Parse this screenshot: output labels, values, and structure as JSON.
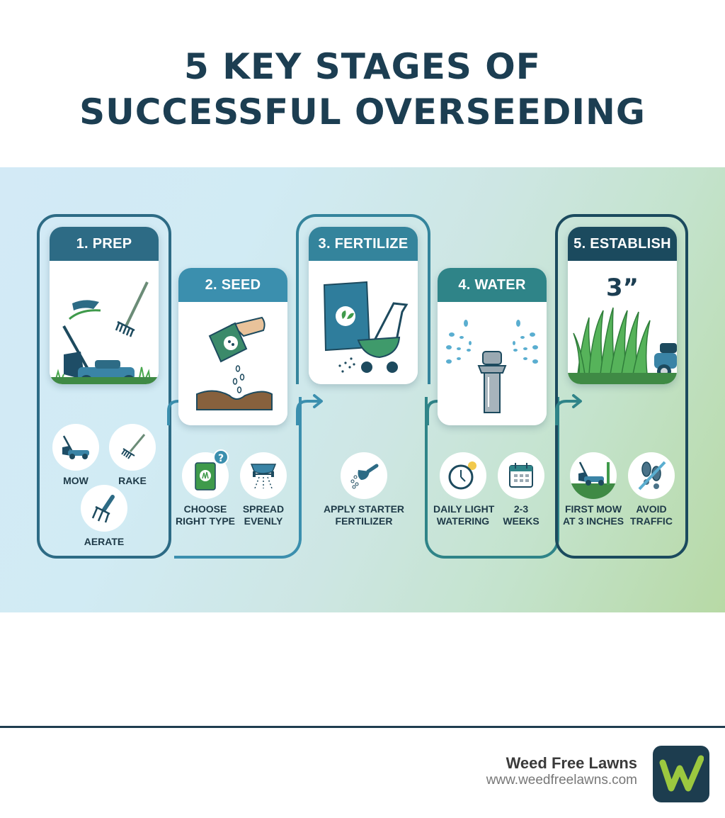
{
  "title": {
    "line1": "5 KEY STAGES OF",
    "line2": "SUCCESSFUL OVERSEEDING"
  },
  "colors": {
    "title": "#1c3e52",
    "stage1": "#2d6b85",
    "stage2": "#3b8fae",
    "stage3": "#34849c",
    "stage4": "#2f8488",
    "stage5": "#1b4a5e",
    "grass": "#3f9a4b",
    "logo_bg": "#1d3d4f",
    "logo_accent": "#9cc83f"
  },
  "stages": [
    {
      "label": "1. PREP",
      "illustration": "mower-rake-blade-icon",
      "items": [
        {
          "label": "MOW",
          "icon": "lawn-mower-icon"
        },
        {
          "label": "RAKE",
          "icon": "rake-icon"
        },
        {
          "label": "AERATE",
          "icon": "aerator-icon"
        }
      ]
    },
    {
      "label": "2. SEED",
      "illustration": "hand-pouring-seed-bag-icon",
      "items": [
        {
          "label_line1": "CHOOSE",
          "label_line2": "RIGHT TYPE",
          "icon": "seed-bag-question-icon"
        },
        {
          "label_line1": "SPREAD",
          "label_line2": "EVENLY",
          "icon": "spreader-icon"
        }
      ]
    },
    {
      "label": "3. FERTILIZE",
      "illustration": "fertilizer-bag-spreader-icon",
      "items": [
        {
          "label_line1": "APPLY STARTER",
          "label_line2": "FERTILIZER",
          "icon": "scoop-icon"
        }
      ]
    },
    {
      "label": "4. WATER",
      "illustration": "sprinkler-icon",
      "items": [
        {
          "label_line1": "DAILY LIGHT",
          "label_line2": "WATERING",
          "icon": "clock-sun-icon"
        },
        {
          "label_line1": "2-3",
          "label_line2": "WEEKS",
          "icon": "calendar-icon"
        }
      ]
    },
    {
      "label": "5. ESTABLISH",
      "illustration": "tall-grass-mower-icon",
      "height_mark": "3”",
      "items": [
        {
          "label_line1": "FIRST MOW",
          "label_line2": "AT 3 INCHES",
          "icon": "mower-ruler-icon"
        },
        {
          "label_line1": "AVOID",
          "label_line2": "TRAFFIC",
          "icon": "no-footprints-icon"
        }
      ]
    }
  ],
  "footer": {
    "brand": "Weed Free Lawns",
    "url": "www.weedfreelawns.com",
    "logo_letter": "W"
  }
}
